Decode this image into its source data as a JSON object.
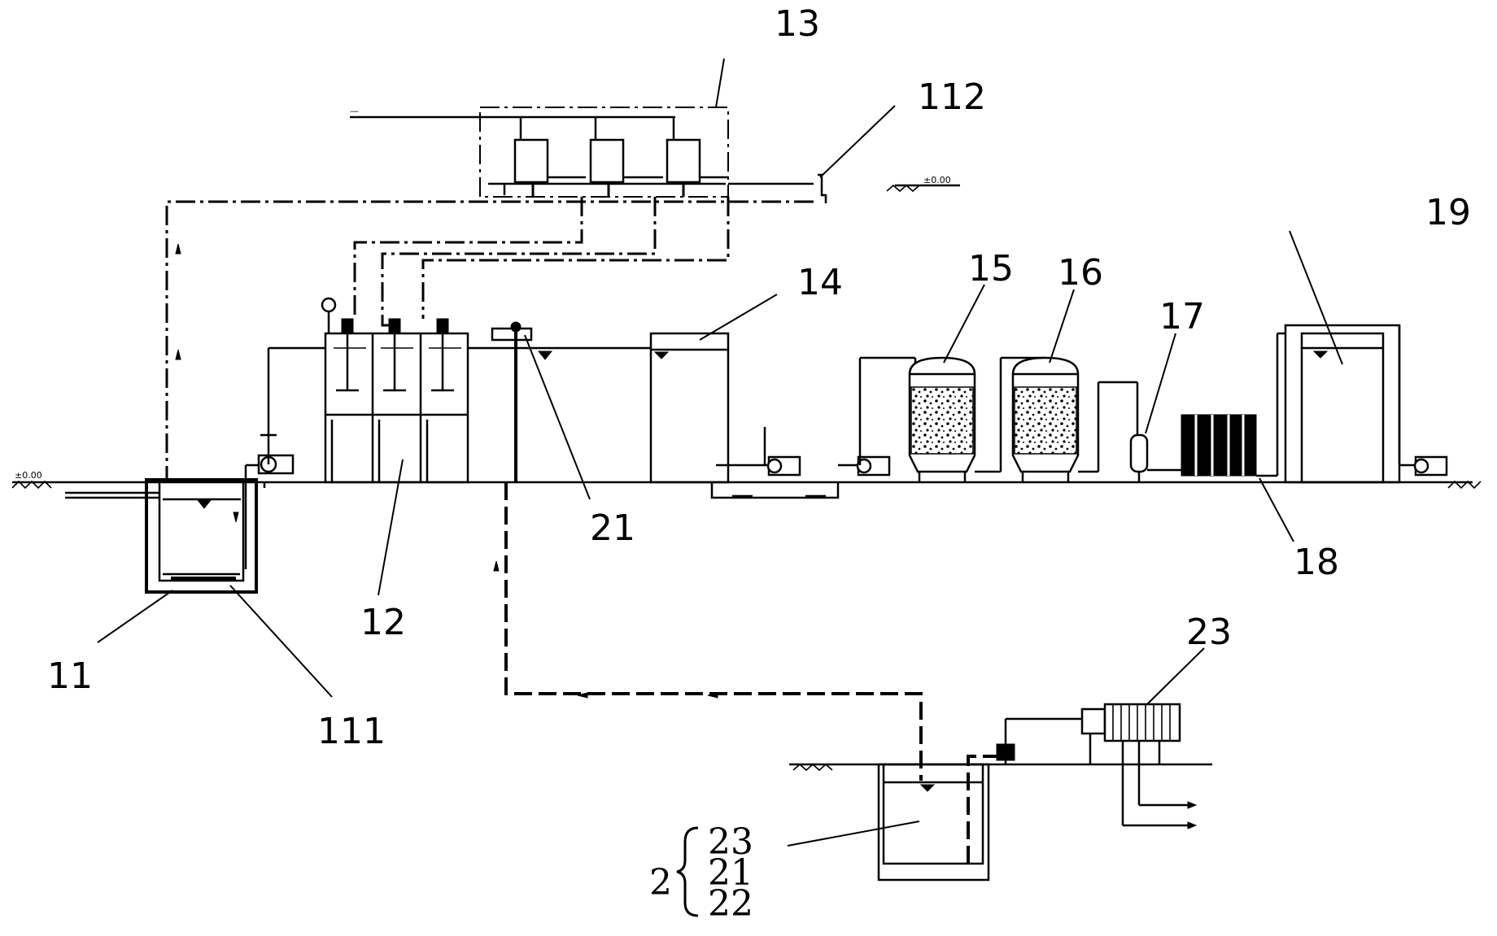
{
  "labels": {
    "l11": "11",
    "l111": "111",
    "l112": "112",
    "l12": "12",
    "l13": "13",
    "l14": "14",
    "l15": "15",
    "l16": "16",
    "l17": "17",
    "l18": "18",
    "l19": "19",
    "l21": "21",
    "l23": "23",
    "group_main": "2",
    "group_23": "23",
    "group_21": "21",
    "group_22": "22"
  },
  "colors": {
    "line": "#000000",
    "background": "#ffffff"
  }
}
